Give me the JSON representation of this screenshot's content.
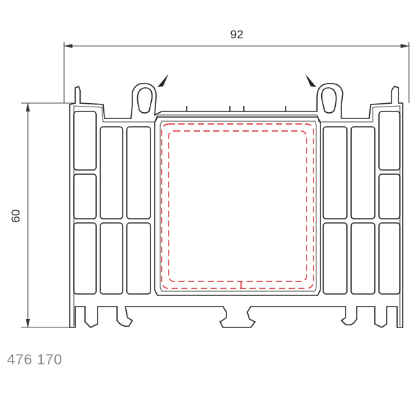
{
  "dimensions": {
    "width_label": "92",
    "height_label": "60"
  },
  "product_code": "476 170",
  "colors": {
    "profile": "#2a2a2a",
    "reinforcement": "#d7262e",
    "code_text": "#888888"
  }
}
